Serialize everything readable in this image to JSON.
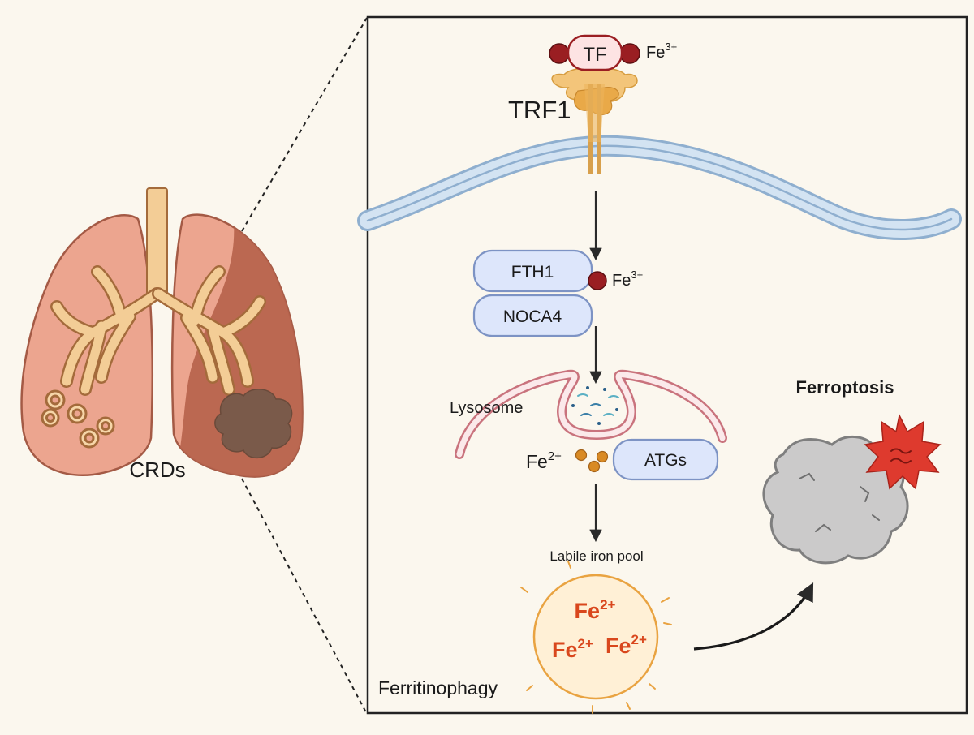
{
  "lung": {
    "label": "CRDs"
  },
  "receptor": {
    "tf_label": "TF",
    "fe3_label": "Fe",
    "fe3_sup": "3+",
    "trf_label": "TRF1"
  },
  "complex": {
    "fth1_label": "FTH1",
    "noca4_label": "NOCA4",
    "fe3_label": "Fe",
    "fe3_sup": "3+"
  },
  "lysosome": {
    "label": "Lysosome",
    "fe2_label": "Fe",
    "fe2_sup": "2+",
    "atgs_label": "ATGs"
  },
  "pool": {
    "title": "Labile iron pool",
    "ions": [
      {
        "base": "Fe",
        "sup": "2+"
      },
      {
        "base": "Fe",
        "sup": "2+"
      },
      {
        "base": "Fe",
        "sup": "2+"
      }
    ]
  },
  "process_label": "Ferritinophagy",
  "outcome": {
    "title": "Ferroptosis"
  },
  "colors": {
    "background": "#fbf7ee",
    "lung_healthy": "#eca58f",
    "lung_diseased": "#b8644e",
    "bronchi": "#f3cd96",
    "membrane": "#c9dcee",
    "protein_fill": "#dde6fb",
    "protein_stroke": "#7d93c4",
    "iron": "#9a1e22",
    "fe2_bead": "#d98a24",
    "pool_fill": "#fff0d6",
    "pool_text": "#d9471d",
    "dead_cell": "#cbcaca",
    "burst": "#de3a2e"
  }
}
